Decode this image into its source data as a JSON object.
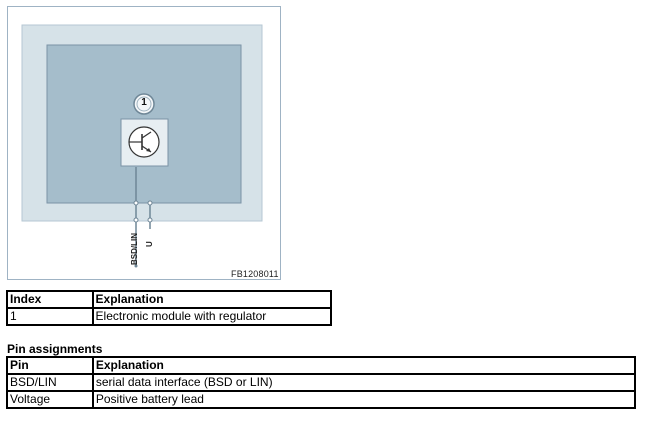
{
  "figure": {
    "index_badge": "1",
    "code": "FB1208011",
    "pins": [
      "BSD/LIN",
      "U"
    ],
    "colors": {
      "outer_panel": "#d6e2e8",
      "inner_panel": "#a5bdcb",
      "border": "#7b93a6",
      "module": "#e7eef2"
    }
  },
  "index_table": {
    "headers": [
      "Index",
      "Explanation"
    ],
    "rows": [
      [
        "1",
        "Electronic module with regulator"
      ]
    ]
  },
  "pin_section": {
    "title": "Pin assignments",
    "headers": [
      "Pin",
      "Explanation"
    ],
    "rows": [
      [
        "BSD/LIN",
        "serial data interface (BSD or LIN)"
      ],
      [
        "Voltage",
        "Positive battery lead"
      ]
    ]
  }
}
